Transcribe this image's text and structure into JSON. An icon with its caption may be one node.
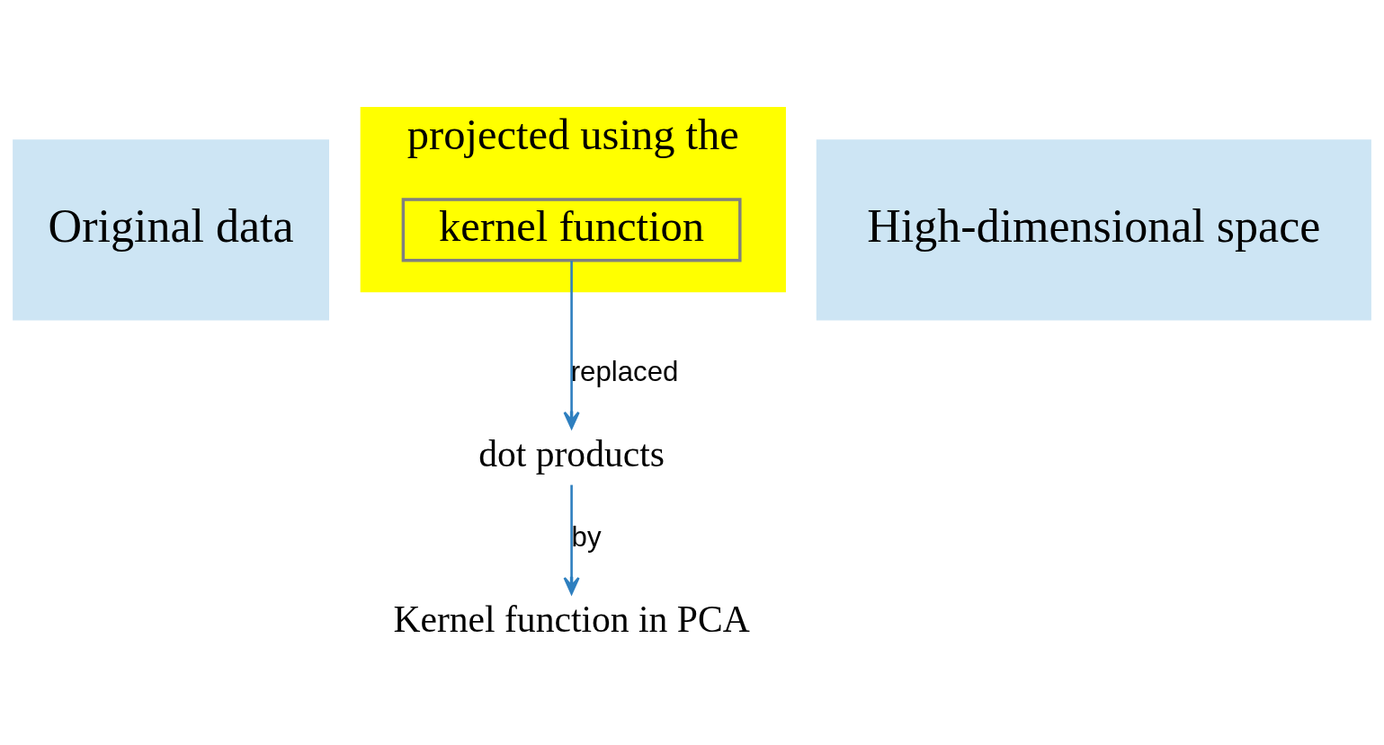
{
  "diagram": {
    "nodes": [
      {
        "text": [
          "Original data"
        ]
      },
      {
        "text": [
          "projected using the"
        ]
      },
      {
        "text": [
          "kernel function"
        ],
        "in": 1
      },
      {
        "text": [
          "High-dimensional space"
        ]
      },
      {
        "text": [
          "dot products"
        ]
      },
      {
        "text": [
          "Kernel function in PCA"
        ]
      }
    ],
    "edges": [
      {
        "from": 2,
        "to": 4,
        "arrow": "to",
        "label": "replaced"
      },
      {
        "from": 4,
        "to": 5,
        "arrow": "to",
        "label": "by"
      }
    ]
  }
}
